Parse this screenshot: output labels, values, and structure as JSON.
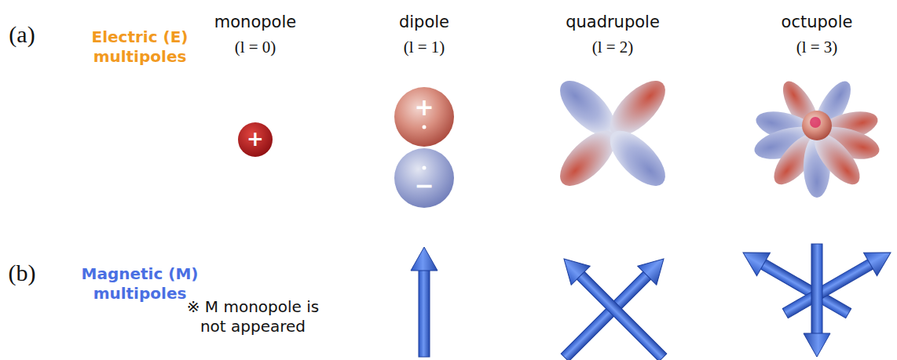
{
  "diagram": {
    "labels": [
      "(a)",
      "Electric (E) multipoles",
      "monopole",
      "(l = 0)",
      "dipole",
      "(l = 1)",
      "quadrupole",
      "(l = 2)",
      "octupole",
      "(l = 3)",
      "+",
      "+",
      "−",
      "(b)",
      "Magnetic (M) multipoles",
      "※ M monopole is not appeared"
    ]
  }
}
